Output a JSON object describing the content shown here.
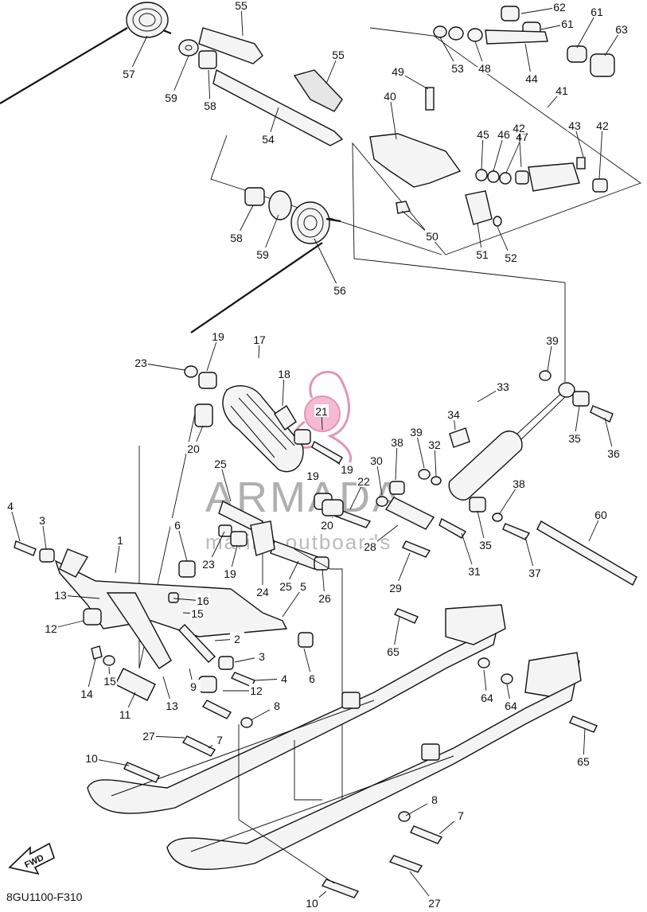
{
  "diagram": {
    "code": "8GU1100-F310",
    "fwd_label": "FWD",
    "watermark": {
      "brand": "ARMADA",
      "tagline": "marine outboards",
      "color": "#e8a4c4"
    },
    "callouts": [
      "57",
      "55",
      "59",
      "58",
      "55",
      "54",
      "62",
      "61",
      "61",
      "53",
      "48",
      "44",
      "63",
      "49",
      "40",
      "41",
      "45",
      "46",
      "47",
      "42",
      "43",
      "42",
      "58",
      "59",
      "56",
      "50",
      "51",
      "52",
      "39",
      "19",
      "23",
      "17",
      "18",
      "21",
      "20",
      "19",
      "33",
      "34",
      "39",
      "32",
      "38",
      "30",
      "22",
      "35",
      "36",
      "38",
      "19",
      "25",
      "20",
      "28",
      "31",
      "60",
      "35",
      "37",
      "4",
      "3",
      "6",
      "23",
      "19",
      "24",
      "25",
      "26",
      "29",
      "1",
      "13",
      "16",
      "15",
      "5",
      "12",
      "2",
      "3",
      "4",
      "14",
      "15",
      "11",
      "13",
      "9",
      "12",
      "6",
      "8",
      "65",
      "64",
      "64",
      "65",
      "27",
      "7",
      "10",
      "8",
      "7",
      "10",
      "27"
    ]
  }
}
